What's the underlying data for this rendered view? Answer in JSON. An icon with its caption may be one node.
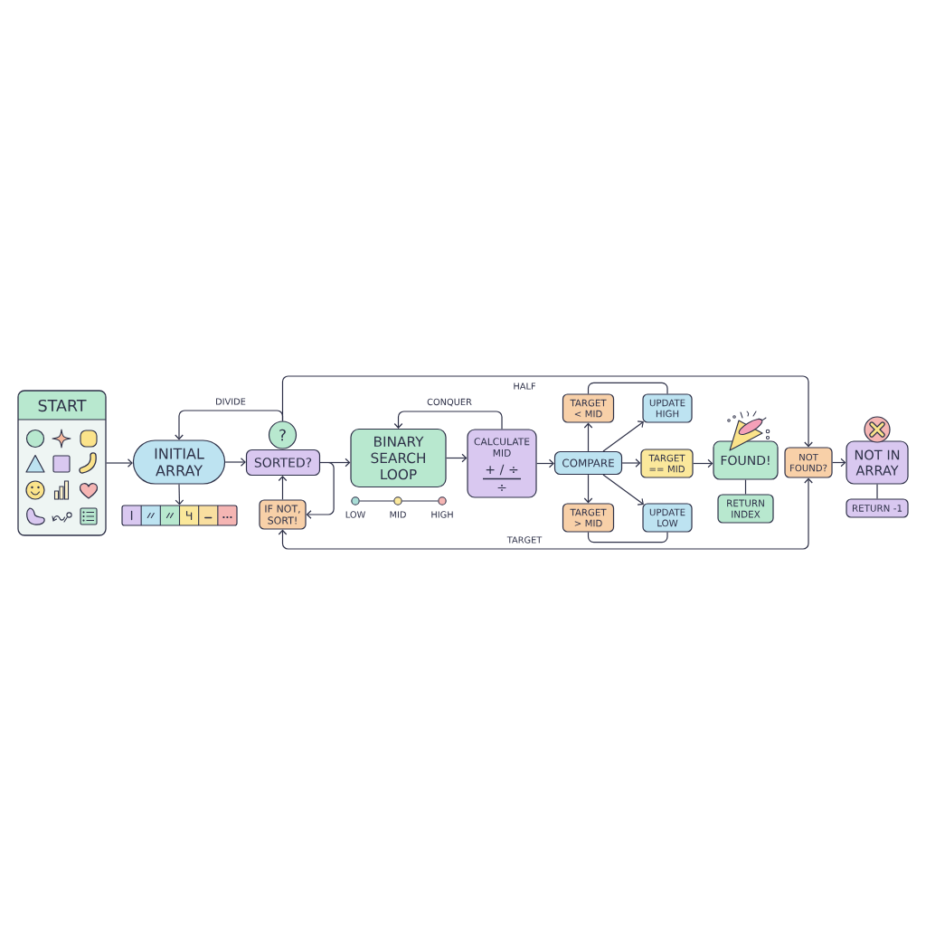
{
  "diagram": {
    "nodes": [
      {
        "text": [
          "START"
        ]
      },
      {
        "text": [
          "INITIAL ARRAY"
        ]
      },
      {
        "text": [],
        "shape": "box"
      },
      {
        "text": [
          "?"
        ]
      },
      {
        "text": [
          "SORTED?"
        ]
      },
      {
        "text": [
          "IF NOT, SORT!"
        ]
      },
      {
        "text": [
          "BINARY SEARCH LOOP"
        ]
      },
      {
        "text": [
          "CALCULATE MID",
          "+ / ÷",
          "÷"
        ]
      },
      {
        "text": [
          "COMPARE"
        ]
      },
      {
        "text": [
          "TARGET < MID"
        ]
      },
      {
        "text": [
          "UPDATE HIGH"
        ]
      },
      {
        "text": [
          "TARGET == MID"
        ]
      },
      {
        "text": [
          "TARGET > MID"
        ]
      },
      {
        "text": [
          "UPDATE LOW"
        ]
      },
      {
        "text": [
          "FOUND!"
        ]
      },
      {
        "text": [
          "RETURN INDEX"
        ]
      },
      {
        "text": [
          "NOT FOUND?"
        ]
      },
      {
        "text": [
          "NOT IN ARRAY"
        ]
      },
      {
        "text": [
          "RETURN -1"
        ]
      }
    ],
    "edges": [
      {
        "from": 0,
        "to": 1,
        "arrow": "to"
      },
      {
        "from": 1,
        "to": 2,
        "arrow": "to"
      },
      {
        "from": 1,
        "to": 4,
        "arrow": "to"
      },
      {
        "from": 3,
        "to": 1,
        "arrow": "to",
        "label": "DIVIDE"
      },
      {
        "from": 3,
        "to": 16,
        "arrow": "to",
        "label": "HALF"
      },
      {
        "from": 4,
        "to": 6,
        "arrow": "to"
      },
      {
        "from": 4,
        "to": 5,
        "arrow": "to"
      },
      {
        "from": 5,
        "to": 4,
        "arrow": "to"
      },
      {
        "from": 7,
        "to": 6,
        "arrow": "to",
        "label": "CONQUER"
      },
      {
        "from": 6,
        "to": 7,
        "arrow": "to"
      },
      {
        "from": 7,
        "to": 8,
        "arrow": "to"
      },
      {
        "from": 8,
        "to": 9,
        "arrow": "to"
      },
      {
        "from": 8,
        "to": 10,
        "arrow": "to"
      },
      {
        "from": 8,
        "to": 11,
        "arrow": "to"
      },
      {
        "from": 8,
        "to": 12,
        "arrow": "to"
      },
      {
        "from": 8,
        "to": 13,
        "arrow": "to"
      },
      {
        "from": 9,
        "to": 10,
        "arrow": "none"
      },
      {
        "from": 12,
        "to": 13,
        "arrow": "none"
      },
      {
        "from": 11,
        "to": 14,
        "arrow": "to"
      },
      {
        "from": 14,
        "to": 15,
        "arrow": "none"
      },
      {
        "from": 16,
        "to": 5,
        "arrow": "both",
        "label": "TARGET"
      },
      {
        "from": 16,
        "to": 17,
        "arrow": "to"
      },
      {
        "from": 17,
        "to": 18,
        "arrow": "none"
      }
    ],
    "labels": [
      "LOW",
      "MID",
      "HIGH"
    ]
  }
}
